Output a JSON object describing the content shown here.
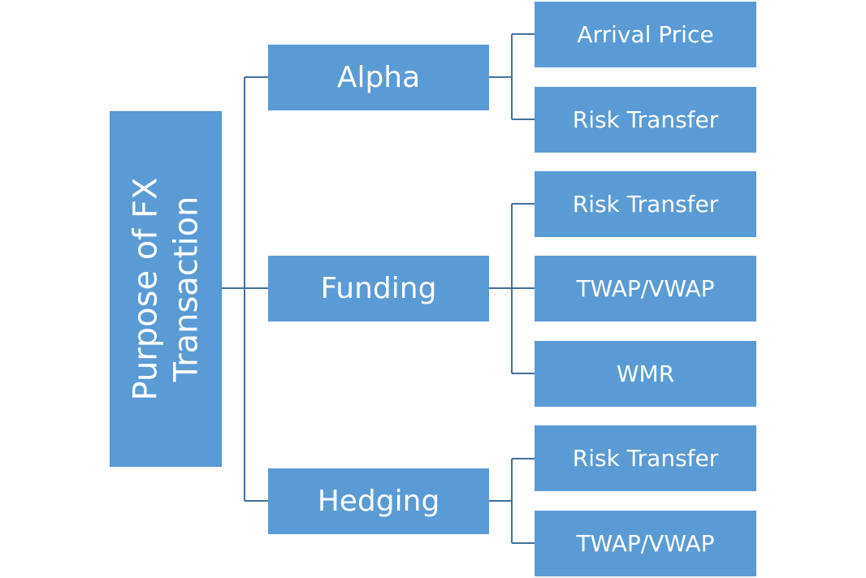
{
  "colors": {
    "box_fill": "#5b9bd5",
    "connector": "#41719c",
    "text": "#ffffff"
  },
  "root": {
    "label_line1": "Purpose of FX",
    "label_line2": "Transaction"
  },
  "branches": [
    {
      "label": "Alpha",
      "children": [
        "Arrival Price",
        "Risk Transfer"
      ]
    },
    {
      "label": "Funding",
      "children": [
        "Risk Transfer",
        "TWAP/VWAP",
        "WMR"
      ]
    },
    {
      "label": "Hedging",
      "children": [
        "Risk Transfer",
        "TWAP/VWAP"
      ]
    }
  ]
}
